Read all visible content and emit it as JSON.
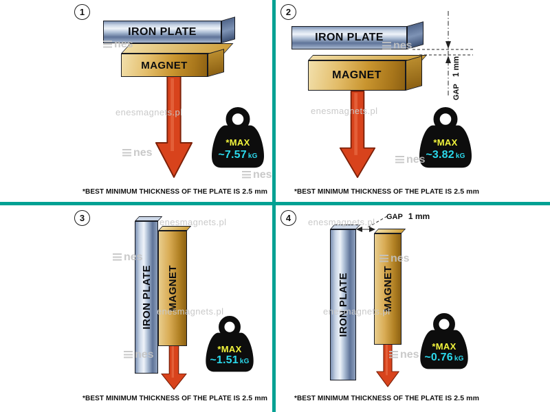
{
  "colors": {
    "divider": "#00A193",
    "arrow": "#D8431C",
    "weight": "#0D0D0D",
    "max": "#F2F43C",
    "value": "#2BD9EC"
  },
  "watermark": {
    "site": "enesmagnets.pl",
    "logo": "nes"
  },
  "footnote": {
    "text": "*BEST MINIMUM THICKNESS OF THE PLATE IS",
    "bold": "2.5 mm"
  },
  "panels": [
    {
      "number": "1",
      "plate": "IRON PLATE",
      "magnet": "MAGNET",
      "max": "*MAX",
      "value": "~7.57",
      "unit": "kG"
    },
    {
      "number": "2",
      "plate": "IRON PLATE",
      "magnet": "MAGNET",
      "max": "*MAX",
      "value": "~3.82",
      "unit": "kG",
      "gap": {
        "label": "GAP",
        "value": "1 mm"
      }
    },
    {
      "number": "3",
      "plate": "IRON PLATE",
      "magnet": "MAGNET",
      "max": "*MAX",
      "value": "~1.51",
      "unit": "kG"
    },
    {
      "number": "4",
      "plate": "IRON PLATE",
      "magnet": "MAGNET",
      "max": "*MAX",
      "value": "~0.76",
      "unit": "kG",
      "gap": {
        "label": "GAP",
        "value": "1 mm"
      }
    }
  ]
}
